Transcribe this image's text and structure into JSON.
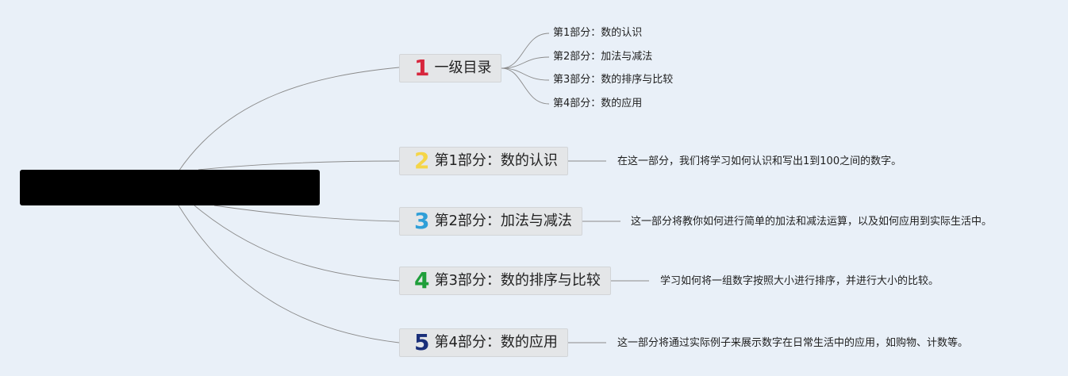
{
  "root": {
    "label": ""
  },
  "branches": [
    {
      "number": "1",
      "number_color": "#d7263d",
      "label": "一级目录",
      "children": [
        "第1部分：数的认识",
        "第2部分：加法与减法",
        "第3部分：数的排序与比较",
        "第4部分：数的应用"
      ]
    },
    {
      "number": "2",
      "number_color": "#f5d547",
      "label": "第1部分：数的认识",
      "note": "在这一部分，我们将学习如何认识和写出1到100之间的数字。"
    },
    {
      "number": "3",
      "number_color": "#2f9fd8",
      "label": "第2部分：加法与减法",
      "note": "这一部分将教你如何进行简单的加法和减法运算，以及如何应用到实际生活中。"
    },
    {
      "number": "4",
      "number_color": "#1f9e3a",
      "label": "第3部分：数的排序与比较",
      "note": "学习如何将一组数字按照大小进行排序，并进行大小的比较。"
    },
    {
      "number": "5",
      "number_color": "#1a2f7a",
      "label": "第4部分：数的应用",
      "note": "这一部分将通过实际例子来展示数字在日常生活中的应用，如购物、计数等。"
    }
  ],
  "colors": {
    "background": "#e9f0f8",
    "node_fill": "#e4e6e8",
    "connector": "#8a8a8a"
  }
}
